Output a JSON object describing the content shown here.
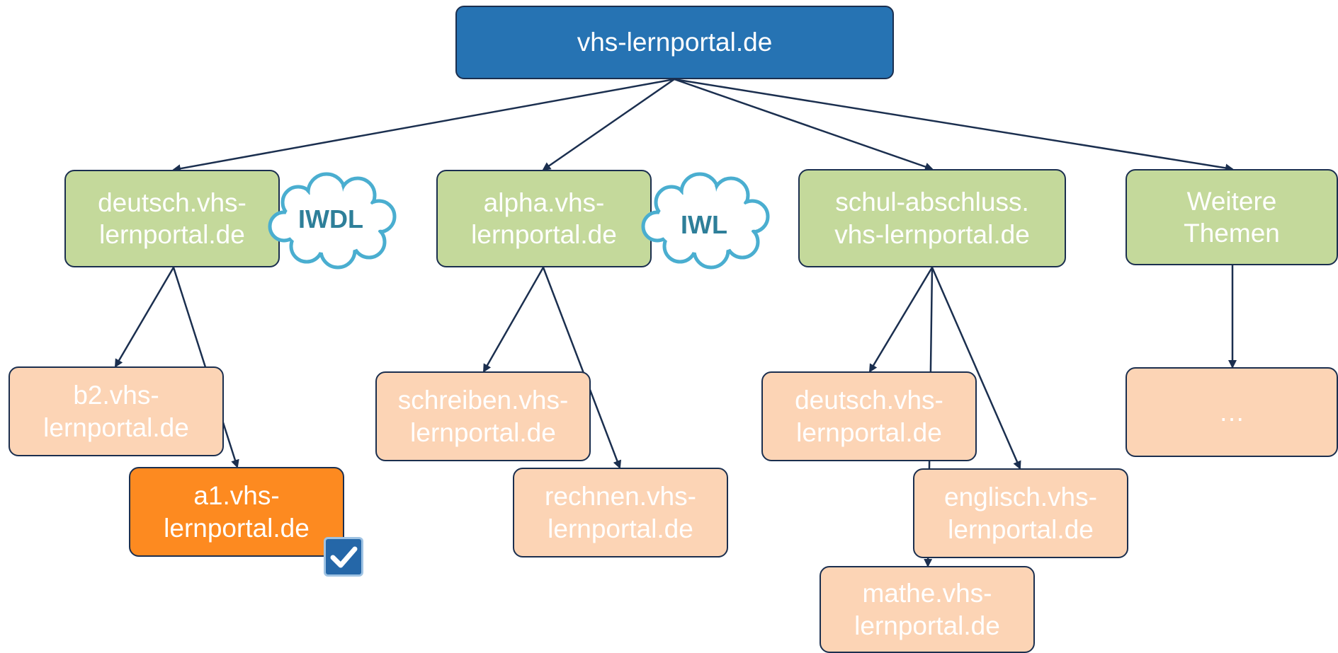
{
  "root": {
    "label": "vhs-lernportal.de"
  },
  "level1": [
    {
      "label": "deutsch.vhs-\nlernportal.de",
      "badge": "IWDL"
    },
    {
      "label": "alpha.vhs-\nlernportal.de",
      "badge": "IWL"
    },
    {
      "label": "schul-abschluss.\nvhs-lernportal.de"
    },
    {
      "label": "Weitere\nThemen"
    }
  ],
  "level2": [
    {
      "label": "b2.vhs-\nlernportal.de"
    },
    {
      "label": "a1.vhs-\nlernportal.de",
      "status": "checked"
    },
    {
      "label": "schreiben.vhs-\nlernportal.de"
    },
    {
      "label": "rechnen.vhs-\nlernportal.de"
    },
    {
      "label": "deutsch.vhs-\nlernportal.de"
    },
    {
      "label": "englisch.vhs-\nlernportal.de"
    },
    {
      "label": "mathe.vhs-\nlernportal.de"
    },
    {
      "label": "…"
    }
  ],
  "colors": {
    "root": "#2673b3",
    "level1": "#c4d99b",
    "level2": "#fcd4b5",
    "highlight": "#fd8a20",
    "cloud_outline": "#4aaed0",
    "badge_text": "#2e7f99",
    "connector": "#1b2f4f"
  },
  "icons": {
    "check": "checkbox-checked-icon",
    "cloud": "cloud-icon"
  }
}
